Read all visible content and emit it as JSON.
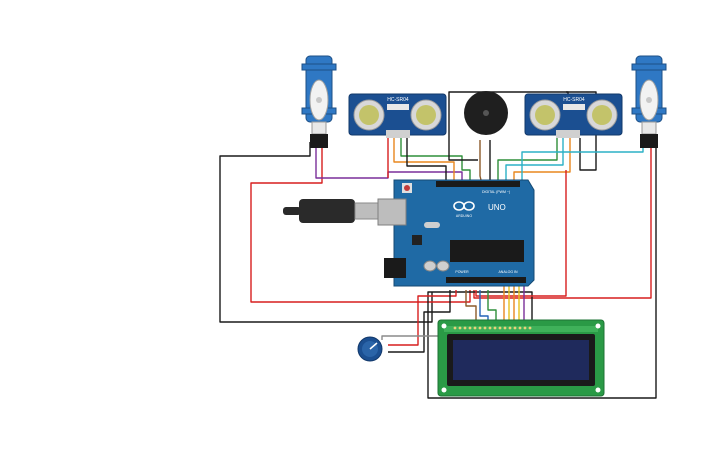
{
  "sensors": {
    "left_label": "HC-SR04",
    "right_label": "HC-SR04"
  },
  "arduino": {
    "brand": "ARDUINO",
    "model": "UNO",
    "digital_label": "DIGITAL (PWM ~)",
    "power_label": "POWER",
    "analog_label": "ANALOG IN"
  },
  "colors": {
    "board": "#1f6aa5",
    "sensor_board": "#1b4f91",
    "servo_body": "#2f78c4",
    "lcd_board": "#2a9a46",
    "lcd_screen": "#1f2a5c",
    "wire_red": "#d71e1e",
    "wire_black": "#1a1a1a",
    "wire_orange": "#e8871e",
    "wire_green": "#2f8f3a",
    "wire_purple": "#7a2f9a",
    "wire_cyan": "#2bb1c6",
    "wire_yellow": "#e6c21d",
    "wire_brown": "#8b5a2b",
    "wire_blue": "#2464b8"
  }
}
